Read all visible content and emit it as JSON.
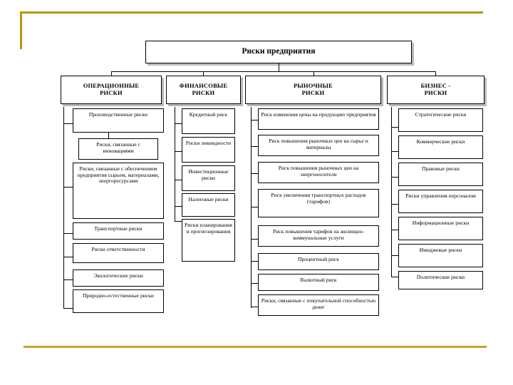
{
  "slide": {
    "title": "Риски предприятия",
    "accent_color": "#b8960c",
    "line_color": "#000000",
    "background": "#ffffff"
  },
  "columns": [
    {
      "id": "operational",
      "header": "ОПЕРАЦИОННЫЕ\nРИСКИ",
      "header_line1": "ОПЕРАЦИОННЫЕ",
      "header_line2": "РИСКИ",
      "items": [
        {
          "label": "Производственные риски",
          "indent": false
        },
        {
          "label": "Риски, связанные с инновациями",
          "indent": true
        },
        {
          "label": "Риски, связанные с обеспечением предприятия сырьем, материалами, энергоресурсами",
          "indent": false
        },
        {
          "label": "Транспортные риски",
          "indent": false
        },
        {
          "label": "Риски  ответственности",
          "indent": false
        },
        {
          "label": "Экологические риски",
          "indent": false
        },
        {
          "label": "Природно-естественные риски",
          "indent": false
        }
      ]
    },
    {
      "id": "financial",
      "header_line1": "ФИНАНСОВЫЕ",
      "header_line2": "РИСКИ",
      "items": [
        {
          "label": "Кредитный риск",
          "indent": false
        },
        {
          "label": "Риски ликвидности",
          "indent": false
        },
        {
          "label": "Инвестиционные риски",
          "indent": false
        },
        {
          "label": "Налоговые риски",
          "indent": false
        },
        {
          "label": "Риски планирования и прогнозирования",
          "indent": false
        }
      ]
    },
    {
      "id": "market",
      "header_line1": "РЫНОЧНЫЕ",
      "header_line2": "РИСКИ",
      "items": [
        {
          "label": "Риск изменения цены на продукцию предприятия",
          "indent": false
        },
        {
          "label": "Риск повышения рыночных цен на сырье и материалы",
          "indent": false
        },
        {
          "label": "Риск повышения рыночных цен на энергоносители",
          "indent": false
        },
        {
          "label": "Риск увеличения транспортных расходов (тарифов)",
          "indent": false
        },
        {
          "label": "Риск повышения тарифов на жилищно-коммунальные услуги",
          "indent": false
        },
        {
          "label": "Процентный риск",
          "indent": false
        },
        {
          "label": "Валютный риск",
          "indent": false
        },
        {
          "label": "Риски, связанные с покупательной способностью денег",
          "indent": false
        }
      ]
    },
    {
      "id": "business",
      "header_line1": "БИЗНЕС -",
      "header_line2": "РИСКИ",
      "items": [
        {
          "label": "Стратегические риски",
          "indent": false
        },
        {
          "label": "Коммерческие риски",
          "indent": false
        },
        {
          "label": "Правовые риски",
          "indent": false
        },
        {
          "label": "Риски управления персоналом",
          "indent": false
        },
        {
          "label": "Информационные риски",
          "indent": false
        },
        {
          "label": "Имиджевые риски",
          "indent": false
        },
        {
          "label": "Политические риски",
          "indent": false
        }
      ]
    }
  ]
}
